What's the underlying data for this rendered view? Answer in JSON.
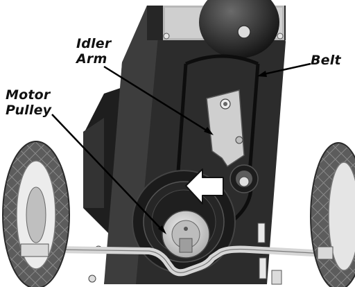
{
  "labels": {
    "idler_arm": {
      "line1": "Idler",
      "line2": "Arm"
    },
    "motor_pulley": {
      "line1": "Motor",
      "line2": "Pulley"
    },
    "belt": {
      "line1": "Belt"
    }
  },
  "colors": {
    "frame": "#2a2a2a",
    "frame_light": "#4a4a4a",
    "tire": "#5c5c5c",
    "hub": "#cfcfcf",
    "pulley": "#d8d8d8",
    "leader": "#000000",
    "arrow_fill": "#ffffff"
  },
  "icons": {
    "direction_arrow": "left-arrow-icon",
    "wheel": "wheel-icon"
  }
}
